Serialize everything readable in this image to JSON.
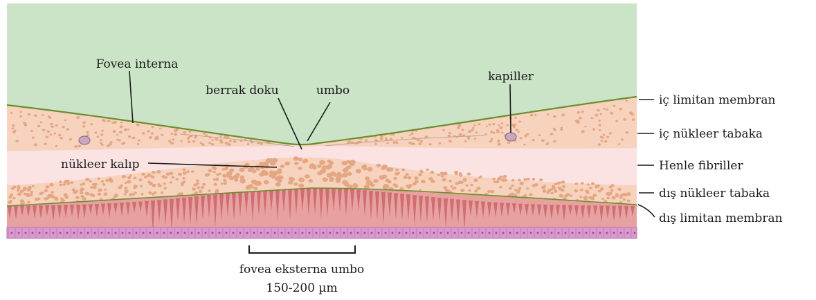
{
  "labels": {
    "fovea_interna": "Fovea interna",
    "berrak_doku": "berrak doku",
    "umbo": "umbo",
    "kapiller": "kapiller",
    "nukleer_kalip": "nükleer kalıp",
    "ic_limitan_membran": "iç limitan membran",
    "ic_nukleer_tabaka": "iç nükleer tabaka",
    "henle_fibriller": "Henle fibriller",
    "dis_nukleer_tabaka": "dış nükleer tabaka",
    "dis_limitan_membran": "dış limitan membran",
    "fovea_eksterna_umbo": "fovea eksterna umbo",
    "size_range": "150-200 µm"
  },
  "colors": {
    "vitreous": "#cbe3c6",
    "membrane": "#6b8e2e",
    "nuclear_layer": "#f7d2bd",
    "nucleus_dot": "#e3a784",
    "fiber_layer": "#fbe3e4",
    "photoreceptor": "#e7a1a0",
    "photoreceptor_dark": "#cf6d70",
    "pigment_epithelium": "#d999cf",
    "capillary": "#c9a7bf"
  }
}
